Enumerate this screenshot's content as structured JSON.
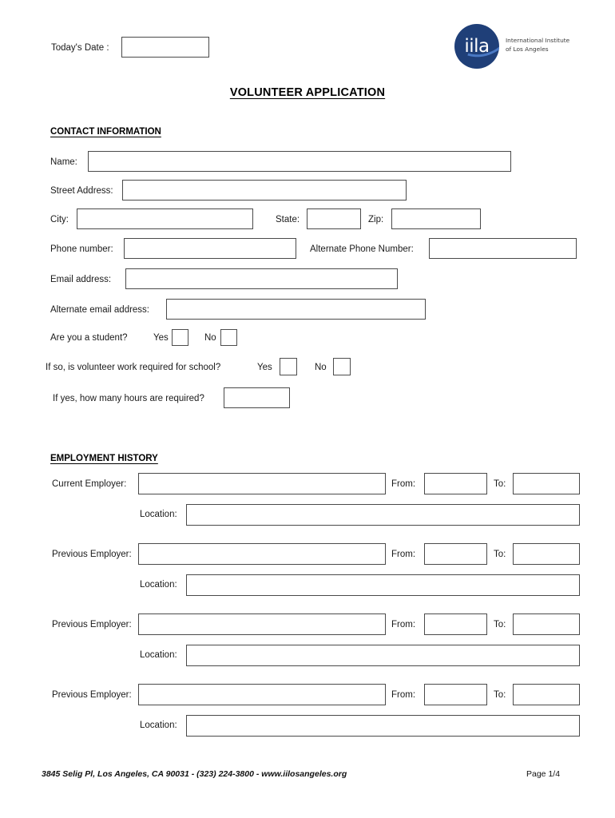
{
  "document": {
    "title": "VOLUNTEER APPLICATION",
    "date_label": "Today's Date :"
  },
  "logo": {
    "mark": "iila",
    "line1": "International Institute",
    "line2": "of Los Angeles",
    "circle_color": "#1f3f78",
    "swoosh_color": "#5f8ed2"
  },
  "contact": {
    "heading": "CONTACT INFORMATION",
    "name_label": "Name:",
    "street_label": "Street Address:",
    "city_label": "City:",
    "state_label": "State:",
    "zip_label": "Zip:",
    "phone_label": "Phone number:",
    "alt_phone_label": "Alternate Phone Number:",
    "email_label": "Email address:",
    "alt_email_label": "Alternate email address:",
    "student_question": "Are you a student?",
    "student_yes": "Yes",
    "student_no": "No",
    "required_question": "If so, is volunteer work required for school?",
    "required_yes": "Yes",
    "required_no": "No",
    "hours_question": "If yes, how many hours are required?"
  },
  "employment": {
    "heading": "EMPLOYMENT HISTORY",
    "from_label": "From:",
    "to_label": "To:",
    "location_label": "Location:",
    "rows": [
      {
        "employer_label": "Current Employer:"
      },
      {
        "employer_label": "Previous Employer:"
      },
      {
        "employer_label": "Previous Employer:"
      },
      {
        "employer_label": "Previous Employer:"
      }
    ]
  },
  "footer": {
    "address": "3845 Selig Pl, Los Angeles, CA 90031 - (323) 224-3800 -  www.iilosangeles.org",
    "page": "Page 1/4"
  }
}
